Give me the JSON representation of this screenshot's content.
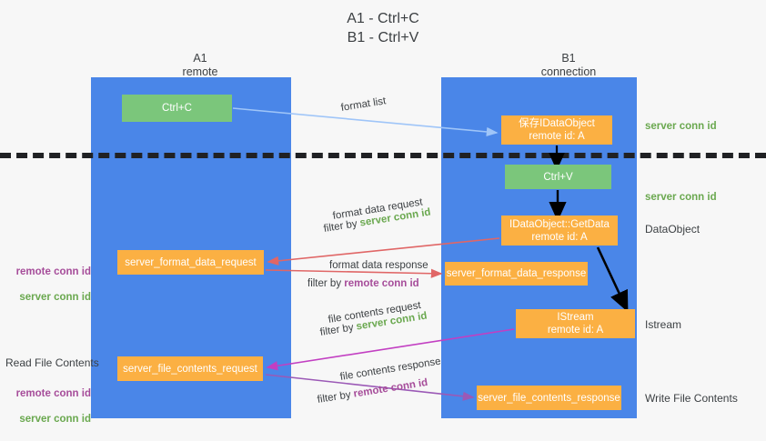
{
  "title": "A1 - Ctrl+C\nB1 - Ctrl+V",
  "columns": {
    "a1": "A1\nremote",
    "b1": "B1\nconnection"
  },
  "boxes": {
    "ctrl_c": {
      "line1": "Ctrl+C",
      "line2": ""
    },
    "idataobject": {
      "line1": "保存IDataObject",
      "line2": "remote id: A"
    },
    "ctrl_v": {
      "line1": "Ctrl+V",
      "line2": ""
    },
    "getdata": {
      "line1": "IDataObject::GetData",
      "line2": "remote id: A"
    },
    "server_format_data_request": {
      "line1": "server_format_data_request",
      "line2": ""
    },
    "server_format_data_response": {
      "line1": "server_format_data_response",
      "line2": ""
    },
    "istream": {
      "line1": "IStream",
      "line2": "remote id: A"
    },
    "server_file_contents_request": {
      "line1": "server_file_contents_request",
      "line2": ""
    },
    "server_file_contents_response": {
      "line1": "server_file_contents_response",
      "line2": ""
    }
  },
  "edges": {
    "format_list": "format list",
    "format_data_request": "format data request",
    "format_data_request_filter_prefix": "filter by ",
    "format_data_request_filter_value": "server conn id",
    "format_data_response": "format data response",
    "format_data_response_filter_prefix": "filter by ",
    "format_data_response_filter_value": "remote conn id",
    "file_contents_request": "file contents request",
    "file_contents_request_filter_prefix": "filter by ",
    "file_contents_request_filter_value": "server conn id",
    "file_contents_response": "file contents response",
    "file_contents_response_filter_prefix": "filter by ",
    "file_contents_response_filter_value": "remote conn id"
  },
  "annotations": {
    "server_conn_id_top": "server conn id",
    "server_conn_id_mid": "server conn id",
    "dataobject": "DataObject",
    "istream": "Istream",
    "write_file_contents": "Write File Contents",
    "read_file_contents": "Read File Contents",
    "left_remote_conn_id_1": "remote conn id",
    "left_server_conn_id_1": "server conn id",
    "left_remote_conn_id_2": "remote conn id",
    "left_server_conn_id_2": "server conn id"
  },
  "colors": {
    "lane": "#4a86e8",
    "green_box": "#7bc67b",
    "orange_box": "#fbb043",
    "server_conn_id": "#6aa84f",
    "remote_conn_id": "#a64d9a",
    "arrow_blue": "#9fc5f8",
    "arrow_red": "#e06666",
    "arrow_magenta": "#c23fc2",
    "arrow_purple": "#9b59b6",
    "arrow_black": "#000000",
    "background": "#f7f7f7"
  }
}
